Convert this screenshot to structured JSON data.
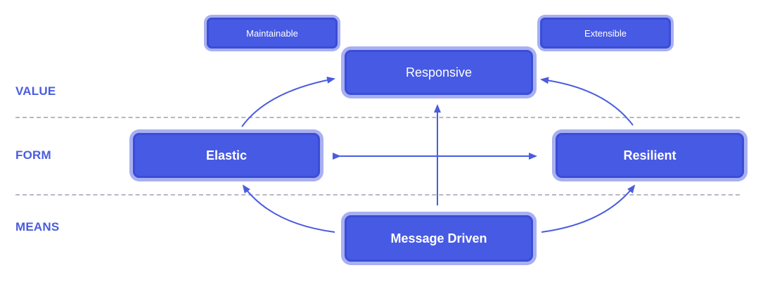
{
  "rows": {
    "value": "VALUE",
    "form": "FORM",
    "means": "MEANS"
  },
  "nodes": {
    "maintainable": "Maintainable",
    "extensible": "Extensible",
    "responsive": "Responsive",
    "elastic": "Elastic",
    "resilient": "Resilient",
    "message_driven": "Message Driven"
  },
  "colors": {
    "node_fill": "#475ae3",
    "node_glow": "#a8b0f1",
    "label": "#4a5ce0",
    "arrow": "#4a5ce0",
    "divider": "#b8b8c4"
  }
}
